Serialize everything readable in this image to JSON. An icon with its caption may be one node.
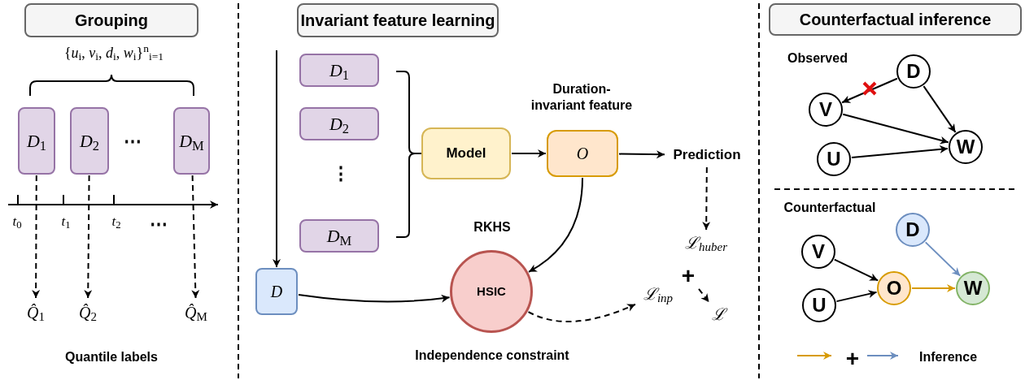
{
  "diagram": {
    "nodes": [
      {
        "text": [
          "Grouping"
        ]
      },
      {
        "text": [
          "*D*$_{1}$"
        ]
      },
      {
        "text": [
          "*D*$_{2}$"
        ]
      },
      {
        "text": [
          "*D*$_{M}$"
        ]
      },
      {
        "text": [
          "*Q̂*$_{1}$"
        ]
      },
      {
        "text": [
          "*Q̂*$_{2}$"
        ]
      },
      {
        "text": [
          "*Q̂*$_{M}$"
        ]
      },
      {
        "text": [
          "Invariant feature learning"
        ]
      },
      {
        "text": [
          "*D*$_{1}$"
        ]
      },
      {
        "text": [
          "*D*$_{2}$"
        ]
      },
      {
        "text": [
          "*D*$_{M}$"
        ]
      },
      {
        "text": [
          "*D*"
        ]
      },
      {
        "text": [
          "Model"
        ]
      },
      {
        "text": [
          "*O*"
        ],
        "beside": [
          "Duration-invariant feature"
        ]
      },
      {
        "text": [
          "Prediction"
        ]
      },
      {
        "text": [
          "HSIC"
        ],
        "beside": [
          "RKHS",
          "Independence constraint"
        ]
      },
      {
        "text": [
          "ℒ$_{huber}$"
        ]
      },
      {
        "text": [
          "ℒ$_{inp}$"
        ]
      },
      {
        "text": [
          "ℒ"
        ]
      },
      {
        "text": [
          "Counterfactual inference"
        ]
      },
      {
        "text": [
          "D"
        ]
      },
      {
        "text": [
          "V"
        ]
      },
      {
        "text": [
          "U"
        ]
      },
      {
        "text": [
          "W"
        ]
      },
      {
        "text": [
          "D"
        ]
      },
      {
        "text": [
          "V"
        ]
      },
      {
        "text": [
          "U"
        ]
      },
      {
        "text": [
          "O"
        ]
      },
      {
        "text": [
          "W"
        ]
      },
      {
        "text": [
          "+"
        ]
      }
    ],
    "edges": [
      {
        "from": 1,
        "to": 4,
        "arrow": "to",
        "style": "dashed"
      },
      {
        "from": 2,
        "to": 5,
        "arrow": "to",
        "style": "dashed"
      },
      {
        "from": 3,
        "to": 6,
        "arrow": "to",
        "style": "dashed"
      },
      {
        "from": null,
        "to": 11,
        "arrow": "to"
      },
      {
        "from": 12,
        "to": 13,
        "arrow": "to"
      },
      {
        "from": 13,
        "to": 14,
        "arrow": "to"
      },
      {
        "from": 13,
        "to": 15,
        "arrow": "to"
      },
      {
        "from": 11,
        "to": 15,
        "arrow": "to"
      },
      {
        "from": 15,
        "to": 17,
        "arrow": "to",
        "style": "dashed"
      },
      {
        "from": 14,
        "to": 16,
        "arrow": "to",
        "style": "dashed"
      },
      {
        "from": 29,
        "to": 18,
        "arrow": "to",
        "style": "dashed"
      },
      {
        "from": 20,
        "to": 21,
        "arrow": "to"
      },
      {
        "from": 20,
        "to": 23,
        "arrow": "to"
      },
      {
        "from": 21,
        "to": 23,
        "arrow": "to"
      },
      {
        "from": 22,
        "to": 23,
        "arrow": "to"
      },
      {
        "from": 25,
        "to": 27,
        "arrow": "to"
      },
      {
        "from": 26,
        "to": 27,
        "arrow": "to"
      },
      {
        "from": 27,
        "to": 28,
        "arrow": "to",
        "color": "#d79b00"
      },
      {
        "from": 24,
        "to": 28,
        "arrow": "to",
        "color": "#6c8ebf"
      }
    ],
    "labels": [
      "{*u*$_{i}$, *v*$_{i}$, *d*$_{i}$, *w*$_{i}$}$^{n}$$_{i=1}$",
      "⋯",
      "*t*$_{0}$",
      "*t*$_{1}$",
      "*t*$_{2}$",
      "⋯",
      "Quantile labels",
      "⋮",
      "Observed",
      "Counterfactual",
      "+"
    ],
    "legend": [
      {
        "text": "Inference"
      }
    ]
  }
}
